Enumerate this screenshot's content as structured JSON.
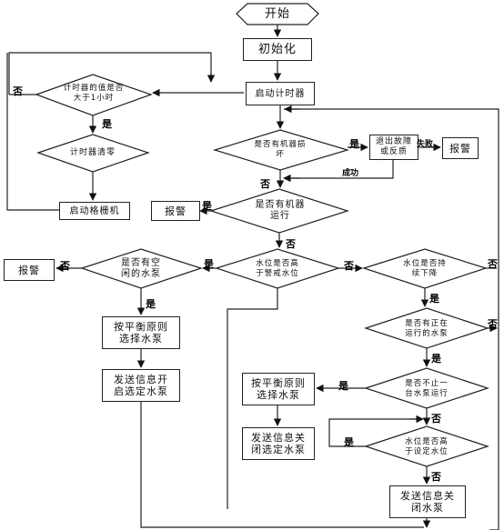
{
  "nodes": {
    "start": "开始",
    "init": "初始化",
    "start_timer": "启动计时器",
    "timer_check": "计时器的值是否\n大于1小时",
    "timer_reset": "计时器清零",
    "start_grille": "启动格栅机",
    "pump_fault_check": "是否有机器损\n坏",
    "isolate_pump": "退出故障\n或反质",
    "alarm_1": "报警",
    "running_check": "是否有机器\n运行",
    "alarm_2": "报警",
    "above_stop_level": "水位是否高\n于警戒水位",
    "idle_pump_check": "是否有空\n闲的水泵",
    "alarm_3": "报警",
    "balance_select_1": "按平衡原则\n选择水泵",
    "send_open": "发送信息开\n启选定水泵",
    "level_drop_check": "水位是否持\n续下降",
    "running_pump_check": "是否有正在\n运行的水泵",
    "multi_pump_check": "是否不止一\n台水泵运行",
    "balance_select_2": "按平衡原则\n选择水泵",
    "send_close_selected": "发送信息关\n闭选定水泵",
    "above_set_level": "水位是否高\n于设定水位",
    "send_close_pump": "发送信息关\n闭水泵"
  },
  "labels": {
    "yes": "是",
    "no": "否",
    "success": "成功",
    "fail": "失败"
  }
}
